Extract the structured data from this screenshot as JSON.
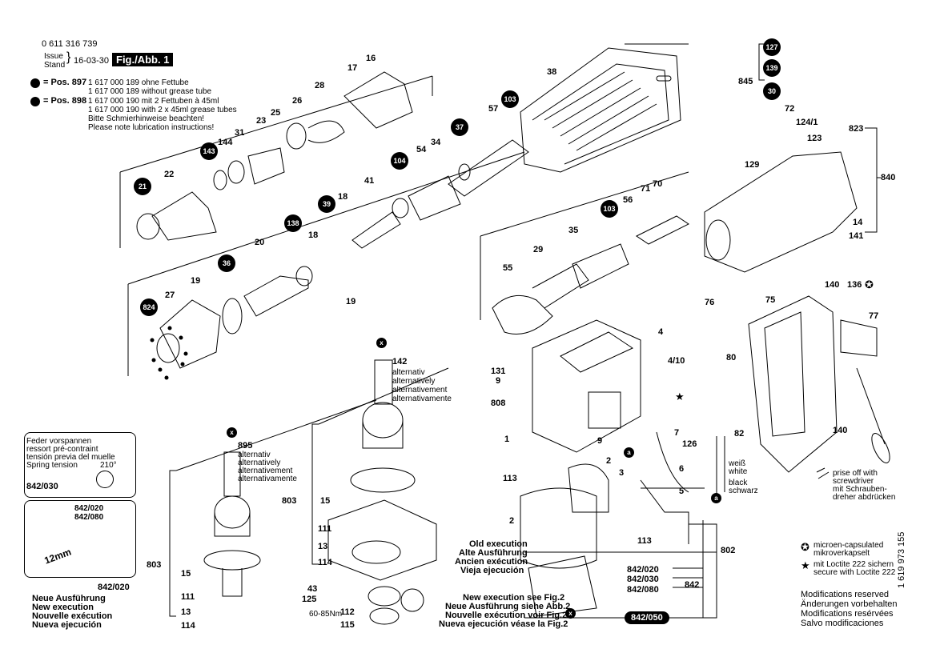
{
  "header": {
    "doc_number": "0 611 316 739",
    "issue_label": "Issue",
    "stand_label": "Stand",
    "date": "16-03-30",
    "fig_label": "Fig./Abb. 1"
  },
  "notes": {
    "pos897": "= Pos. 897",
    "pos897_line1": "1 617 000 189 ohne Fettube",
    "pos897_line2": "1 617 000 189 without grease tube",
    "pos898": "= Pos. 898",
    "pos898_line1": "1 617 000 190 mit 2 Fettuben à 45ml",
    "pos898_line2": "1 617 000 190 with 2 x 45ml grease tubes",
    "lub_de": "Bitte Schmierhinweise beachten!",
    "lub_en": "Please note lubrication instructions!"
  },
  "alternative": {
    "l1": "alternativ",
    "l2": "alternatively",
    "l3": "alternativement",
    "l4": "alternativamente"
  },
  "spring": {
    "l1": "Feder vorspannen",
    "l2": "ressort pré-contraint",
    "l3": "tensión previa del muelle",
    "l4": "Spring tension",
    "angle": "210°",
    "part": "842/030"
  },
  "inset2": {
    "p1": "842/020",
    "p2": "842/080",
    "dim": "12mm"
  },
  "new_exec": {
    "part": "842/020",
    "de": "Neue Ausführung",
    "en": "New execution",
    "fr": "Nouvelle exécution",
    "es": "Nueva ejecución"
  },
  "old_exec": {
    "en": "Old execution",
    "de": "Alte Ausführung",
    "fr": "Ancien exécution",
    "es": "Vieja ejecución"
  },
  "fig2": {
    "en": "New execution see Fig.2",
    "de": "Neue Ausführung siehe Abb.2",
    "fr": "Nouvelle exécution voir Fig.2",
    "es": "Nueva ejecución véase la Fig.2"
  },
  "torque": "60-85Nm",
  "wires": {
    "w1": "weiß",
    "w2": "white",
    "b1": "black",
    "b2": "schwarz"
  },
  "prise": {
    "l1": "prise off with",
    "l2": "screwdriver",
    "l3": "mit Schrauben-",
    "l4": "dreher abdrücken"
  },
  "legend": {
    "micro1": "microen-capsulated",
    "micro2": "mikroverkapselt",
    "loct1": "mit Loctite 222 sichern",
    "loct2": "secure with Loctite 222"
  },
  "mods": {
    "en": "Modifications reserved",
    "de": "Änderungen vorbehalten",
    "fr": "Modifications resérvées",
    "es": "Salvo modificaciones"
  },
  "side_number": "1 619 973 155",
  "circled": [
    "21",
    "143",
    "36",
    "138",
    "39",
    "824",
    "104",
    "103",
    "37",
    "127",
    "139",
    "30",
    "103"
  ],
  "parts": {
    "p16": "16",
    "p17": "17",
    "p28": "28",
    "p26": "26",
    "p25": "25",
    "p23": "23",
    "p31": "31",
    "p144": "144",
    "p22": "22",
    "p38": "38",
    "p57": "57",
    "p54": "54",
    "p34": "34",
    "p41": "41",
    "p18a": "18",
    "p18b": "18",
    "p20": "20",
    "p19a": "19",
    "p19b": "19",
    "p27": "27",
    "p845": "845",
    "p72": "72",
    "p124": "124/1",
    "p123": "123",
    "p823": "823",
    "p129": "129",
    "p840": "840",
    "p14": "14",
    "p141": "141",
    "p56": "56",
    "p71": "71",
    "p70": "70",
    "p35": "35",
    "p29": "29",
    "p55": "55",
    "p140a": "140",
    "p136": "136",
    "p77": "77",
    "p75": "75",
    "p76": "76",
    "p4": "4",
    "p410": "4/10",
    "p80": "80",
    "p7": "7",
    "p126": "126",
    "p6": "6",
    "p5": "5",
    "p131": "131",
    "p9a": "9",
    "p808": "808",
    "p1": "1",
    "p9b": "9",
    "p82": "82",
    "p140b": "140",
    "p142": "142",
    "p895": "895",
    "p803a": "803",
    "p803b": "803",
    "p15a": "15",
    "p15b": "15",
    "p111a": "111",
    "p111b": "111",
    "p13a": "13",
    "p13b": "13",
    "p114a": "114",
    "p114b": "114",
    "p43": "43",
    "p125": "125",
    "p112": "112",
    "p115": "115",
    "p113a": "113",
    "p113b": "113",
    "p2a": "2",
    "p2b": "2",
    "p3": "3",
    "p802": "802",
    "p842": "842",
    "p842020": "842/020",
    "p842030": "842/030",
    "p842080": "842/080",
    "p842050": "842/050"
  }
}
